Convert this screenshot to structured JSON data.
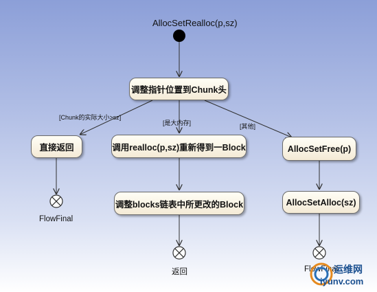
{
  "title": "AllocSetRealloc(p,sz)",
  "nodes": {
    "adjust_pointer": "调整指针位置到Chunk头",
    "return_direct": "直接返回",
    "realloc_block": "调用realloc(p,sz)重新得到一Block",
    "alloc_set_free": "AllocSetFree(p)",
    "adjust_links": "调整blocks链表中所更改的Block",
    "alloc_set_alloc": "AllocSetAlloc(sz)"
  },
  "guards": {
    "chunk_gt": "[Chunk的实际大小>sz]",
    "is_large": "[是大内存]",
    "other": "[其他]"
  },
  "finals": {
    "left": "FlowFinal",
    "middle": "返回",
    "right": "FlowFinal"
  },
  "watermark": {
    "line1": "运维网",
    "line2": "iyunv.com"
  },
  "colors": {
    "node_fill": "#f4ead6",
    "line": "#303030"
  }
}
